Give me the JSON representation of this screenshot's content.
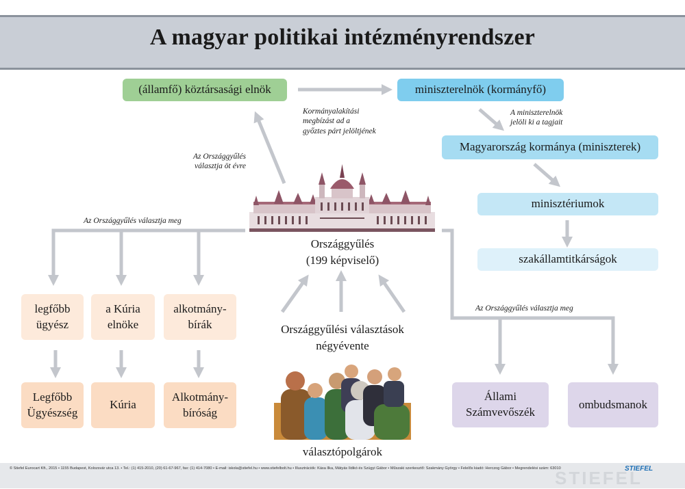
{
  "title": "A magyar politikai intézményrendszer",
  "boxes": {
    "president": "(államfő) köztársasági elnök",
    "pm": "miniszterelnök (kormányfő)",
    "government": "Magyarország kormánya (miniszterek)",
    "ministries": "minisztériumok",
    "undersecretaries": "szakállamtitkárságok",
    "prosecutor_head_1": "legfőbb",
    "prosecutor_head_2": "ügyész",
    "kuria_head_1": "a Kúria",
    "kuria_head_2": "elnöke",
    "judges_1": "alkotmány-",
    "judges_2": "bírák",
    "prosecution_1": "Legfőbb",
    "prosecution_2": "Ügyészség",
    "kuria": "Kúria",
    "court_1": "Alkotmány-",
    "court_2": "bíróság",
    "audit_1": "Állami",
    "audit_2": "Számvevőszék",
    "ombudsman": "ombudsmanok"
  },
  "notes": {
    "gov_formation_1": "Kormányalakítási",
    "gov_formation_2": "megbízást ad a",
    "gov_formation_3": "győztes párt jelöltjének",
    "pm_nominates_1": "A miniszterelnök",
    "pm_nominates_2": "jelöli ki a tagjait",
    "elects_pres_1": "Az Országgyűlés",
    "elects_pres_2": "választja öt évre",
    "elects_left": "Az Országgyűlés választja meg",
    "elects_right": "Az Országgyűlés választja meg"
  },
  "parliament": {
    "name": "Országgyűlés",
    "members": "(199 képviselő)"
  },
  "elections": {
    "line1": "Országgyűlési választások",
    "line2": "négyévente"
  },
  "voters": "választópolgárok",
  "footer": "© Stiefel Eurocart Kft., 2015 • 1155 Budapest, Kolozsvár utca 13. • Tel.: (1) 415-2010, (20) 61-67-967, fax: (1) 414-7080 • E-mail: iskola@stiefel.hu • www.stiefelbolt.hu • Illusztrációk: Kása Ilka, Mátyás Ildikó és Szügyi Gábor • Műszaki szerkesztő: Szakmány György • Felelős kiadó: Herczog Gábor • Megrendelési szám: 63010",
  "brand": "STIEFEL",
  "colors": {
    "green": "#9fcf95",
    "blue": "#7fcdee",
    "peach": "#fbdcc3",
    "lavender": "#ddd6ea",
    "arrow": "#c3c6cc"
  }
}
